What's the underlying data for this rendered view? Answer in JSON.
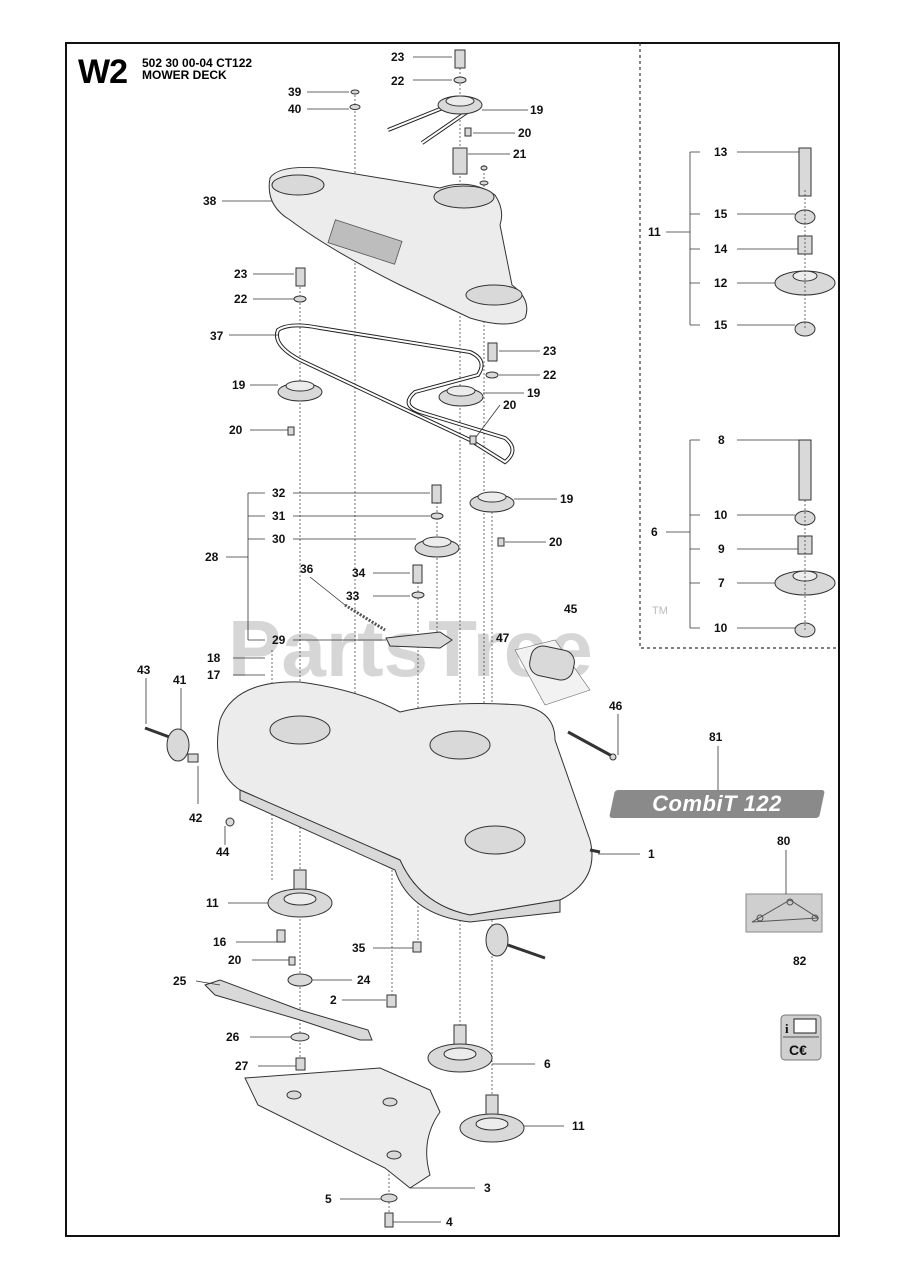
{
  "header": {
    "code": "W2",
    "line1": "502 30 00-04  CT122",
    "line2": "MOWER DECK"
  },
  "watermark": "PartsTree",
  "trademark": "TM",
  "badge": {
    "text": "CombiT 122"
  },
  "manual_icon": {
    "ce": "C€"
  },
  "callouts": {
    "c23a": "23",
    "c22a": "22",
    "c39": "39",
    "c40": "40",
    "c19a": "19",
    "c20a": "20",
    "c21": "21",
    "c38": "38",
    "c23b": "23",
    "c22b": "22",
    "c37": "37",
    "c23c": "23",
    "c22c": "22",
    "c19b": "19",
    "c19c": "19",
    "c20b": "20",
    "c20c": "20",
    "c32": "32",
    "c31": "31",
    "c30": "30",
    "c28": "28",
    "c19d": "19",
    "c20d": "20",
    "c36": "36",
    "c34": "34",
    "c33": "33",
    "c29": "29",
    "c45": "45",
    "c47": "47",
    "c18": "18",
    "c17": "17",
    "c43": "43",
    "c41": "41",
    "c46": "46",
    "c81": "81",
    "c42": "42",
    "c44": "44",
    "c1": "1",
    "c80": "80",
    "c11a": "11",
    "c16": "16",
    "c35": "35",
    "c20e": "20",
    "c24": "24",
    "c82": "82",
    "c25": "25",
    "c2": "2",
    "c26": "26",
    "c27": "27",
    "c6b": "6",
    "c11b": "11",
    "c3": "3",
    "c5": "5",
    "c4": "4",
    "k11": "11",
    "k13": "13",
    "k15a": "15",
    "k14": "14",
    "k12": "12",
    "k15b": "15",
    "k6": "6",
    "k8": "8",
    "k10a": "10",
    "k9": "9",
    "k7": "7",
    "k10b": "10"
  }
}
